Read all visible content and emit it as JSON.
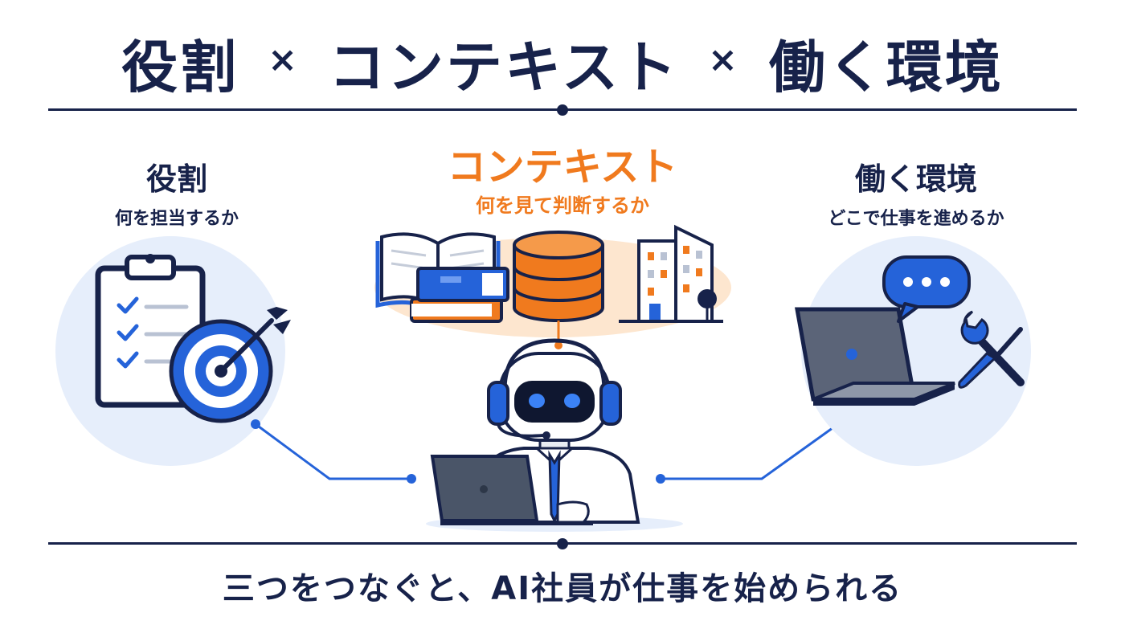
{
  "header": {
    "title_role": "役割",
    "title_context": "コンテキスト",
    "title_environment": "働く環境",
    "separator": "×"
  },
  "main": {
    "role": {
      "title": "役割",
      "subtitle": "何を担当するか"
    },
    "context": {
      "title": "コンテキスト",
      "subtitle": "何を見て判断するか"
    },
    "environment": {
      "title": "働く環境",
      "subtitle": "どこで仕事を進めるか"
    }
  },
  "footer": {
    "text": "三つをつなぐと、AI社員が仕事を始められる"
  },
  "colors": {
    "navy": "#17224a",
    "blue": "#2563d9",
    "orange": "#f07a1e",
    "light_blue_bg": "#e6eefb",
    "light_orange_bg": "#fde6cf"
  },
  "icons": [
    "clipboard-checklist-icon",
    "target-icon",
    "arrow-icon",
    "open-book-icon",
    "book-stack-icon",
    "database-icon",
    "office-building-icon",
    "robot-agent-icon",
    "headset-icon",
    "laptop-icon",
    "chat-bubble-icon",
    "wrench-screwdriver-icon"
  ]
}
